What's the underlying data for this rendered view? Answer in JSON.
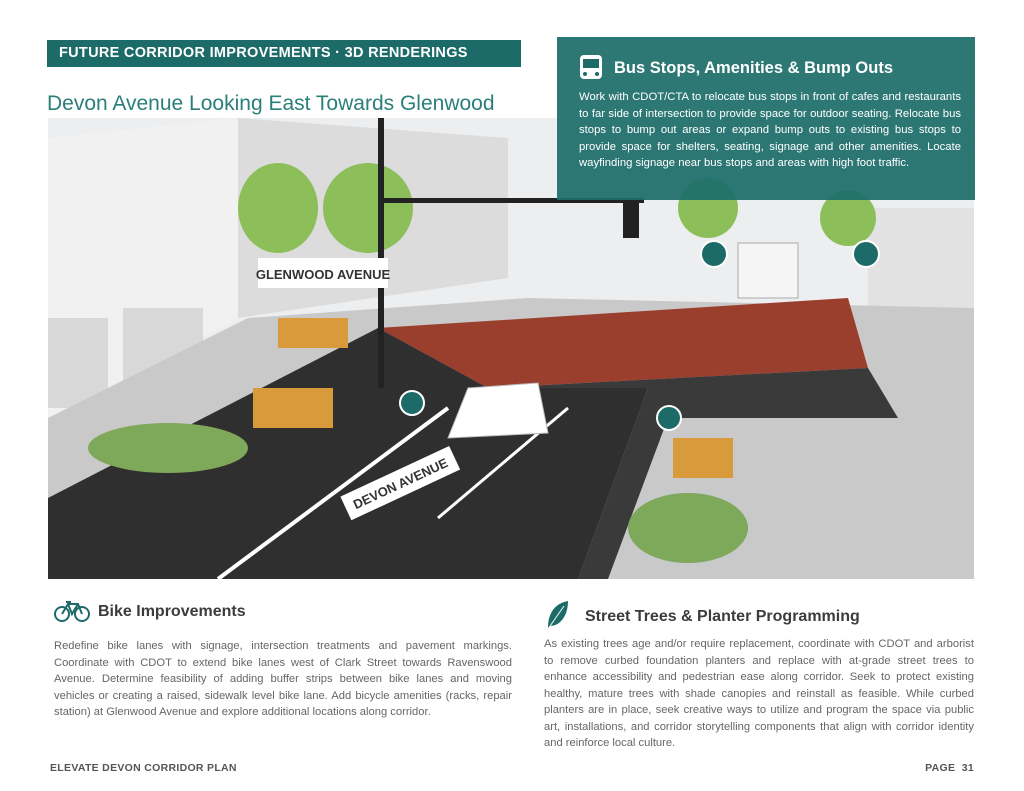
{
  "header": {
    "label": "FUTURE CORRIDOR IMPROVEMENTS · 3D RENDERINGS",
    "title": "Devon Avenue Looking East Towards Glenwood"
  },
  "rendering": {
    "street_labels": [
      "GLENWOOD AVENUE",
      "DEVON AVENUE"
    ]
  },
  "bus_section": {
    "icon": "bus-icon",
    "title": "Bus Stops, Amenities & Bump Outs",
    "body": "Work with CDOT/CTA to relocate bus stops in front of cafes and restaurants to far side of intersection to provide space for outdoor seating. Relocate bus stops to bump out areas or expand bump outs to existing bus stops to provide space for shelters, seating, signage and other amenities. Locate wayfinding signage near bus stops and areas with high foot traffic."
  },
  "bike_section": {
    "icon": "bicycle-icon",
    "title": "Bike Improvements",
    "body": "Redefine bike lanes with signage, intersection treatments and pavement markings. Coordinate with CDOT to extend bike lanes west of Clark Street towards Ravenswood Avenue. Determine feasibility of adding buffer strips between bike lanes and moving vehicles or creating a raised, sidewalk level bike lane.  Add bicycle amenities (racks, repair station) at Glenwood Avenue and explore additional locations along corridor."
  },
  "trees_section": {
    "icon": "leaf-icon",
    "title": "Street Trees & Planter Programming",
    "body": "As existing trees age and/or require replacement, coordinate with CDOT and arborist to remove curbed foundation planters and replace with at-grade street trees to enhance accessibility and pedestrian ease along corridor. Seek to protect existing healthy, mature trees with shade canopies and reinstall as feasible. While curbed planters are in place, seek creative ways to utilize and program the space via public art, installations, and corridor storytelling components that align with corridor identity and reinforce local culture."
  },
  "footer": {
    "left": "ELEVATE DEVON CORRIDOR PLAN",
    "right": "PAGE  31"
  },
  "colors": {
    "teal": "#1d6b68",
    "title_teal": "#2a7f79"
  }
}
